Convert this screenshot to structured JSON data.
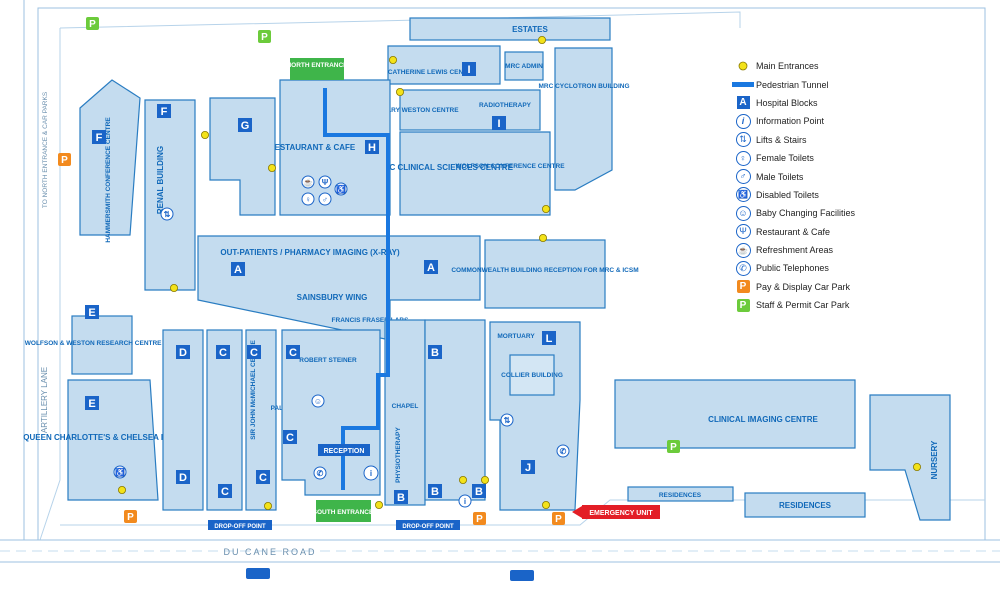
{
  "roads": {
    "left_arrow_text": "TO NORTH ENTRANCE & CAR PARKS",
    "artillery_lane": "ARTILLERY LANE",
    "du_cane_road": "DU CANE ROAD"
  },
  "buildings": {
    "estates": "ESTATES",
    "catherine_lewis": "CATHERINE LEWIS CENTRE",
    "mrc_admin": "MRC ADMIN",
    "mrc_cyclotron": "MRC CYCLOTRON BUILDING",
    "gary_weston": "GARY WESTON CENTRE",
    "radiotherapy": "RADIOTHERAPY",
    "restaurant_cafe": "RESTAURANT & CAFE",
    "mrc_clinical": "MRC CLINICAL SCIENCES CENTRE",
    "wolfson_conf": "WOLFSON CONFERENCE CENTRE",
    "hammersmith_conf": "HAMMERSMITH CONFERENCE CENTRE",
    "renal": "RENAL BUILDING",
    "outpatients": "OUT-PATIENTS / PHARMACY IMAGING (X-RAY)",
    "commonwealth": "COMMONWEALTH BUILDING RECEPTION FOR MRC & ICSM",
    "sainsbury": "SAINSBURY WING",
    "francis_fraser": "FRANCIS FRASER LABS",
    "wolfson_weston": "WOLFSON & WESTON RESEARCH CENTRE IRDB",
    "mortuary": "MORTUARY",
    "collier": "COLLIER BUILDING",
    "robert_steiner": "ROBERT STEINER",
    "sir_john": "SIR JOHN McMICHAEL CENTRE",
    "pals": "PALS",
    "chapel": "CHAPEL",
    "physiotherapy": "PHYSIOTHERAPY",
    "queen_charlottes": "QUEEN CHARLOTTE'S & CHELSEA HOSPITAL",
    "clinical_imaging": "CLINICAL IMAGING CENTRE",
    "residences_small": "RESIDENCES",
    "residences_large": "RESIDENCES",
    "nursery": "NURSERY"
  },
  "signs": {
    "north_entrance": "NORTH ENTRANCE",
    "south_entrance": "SOUTH ENTRANCE",
    "reception": "RECEPTION",
    "drop_off_1": "DROP-OFF POINT",
    "drop_off_2": "DROP-OFF POINT",
    "emergency": "EMERGENCY UNIT"
  },
  "blocks": {
    "A": "A",
    "B": "B",
    "C": "C",
    "D": "D",
    "E": "E",
    "F": "F",
    "G": "G",
    "H": "H",
    "I": "I",
    "J": "J",
    "L": "L"
  },
  "parking": {
    "pay": "P",
    "staff": "P"
  },
  "legend": [
    {
      "icon": "main-entrance-icon",
      "label": "Main Entrances"
    },
    {
      "icon": "pedestrian-tunnel-icon",
      "label": "Pedestrian Tunnel"
    },
    {
      "icon": "hospital-block-icon",
      "label": "Hospital Blocks",
      "glyph": "A"
    },
    {
      "icon": "information-icon",
      "label": "Information Point",
      "glyph": "i"
    },
    {
      "icon": "lifts-stairs-icon",
      "label": "Lifts & Stairs",
      "glyph": "⇅"
    },
    {
      "icon": "female-toilets-icon",
      "label": "Female Toilets",
      "glyph": "♀"
    },
    {
      "icon": "male-toilets-icon",
      "label": "Male Toilets",
      "glyph": "♂"
    },
    {
      "icon": "disabled-toilets-icon",
      "label": "Disabled Toilets",
      "glyph": "♿"
    },
    {
      "icon": "baby-changing-icon",
      "label": "Baby Changing Facilities",
      "glyph": "☺"
    },
    {
      "icon": "restaurant-icon",
      "label": "Restaurant & Cafe",
      "glyph": "Ψ"
    },
    {
      "icon": "refreshment-icon",
      "label": "Refreshment Areas",
      "glyph": "☕"
    },
    {
      "icon": "telephone-icon",
      "label": "Public Telephones",
      "glyph": "✆"
    },
    {
      "icon": "pay-display-parking-icon",
      "label": "Pay & Display Car Park",
      "glyph": "P"
    },
    {
      "icon": "staff-parking-icon",
      "label": "Staff & Permit Car Park",
      "glyph": "P"
    }
  ],
  "colors": {
    "building": "#c4dcef",
    "outline": "#2a7dc2",
    "block": "#1a64c8",
    "tunnel": "#1a78e0",
    "entrance": "#f3e21a",
    "pay_parking": "#f28a1e",
    "staff_parking": "#6ccb3b",
    "emergency": "#e31e26",
    "sign_green": "#3fb54a"
  }
}
